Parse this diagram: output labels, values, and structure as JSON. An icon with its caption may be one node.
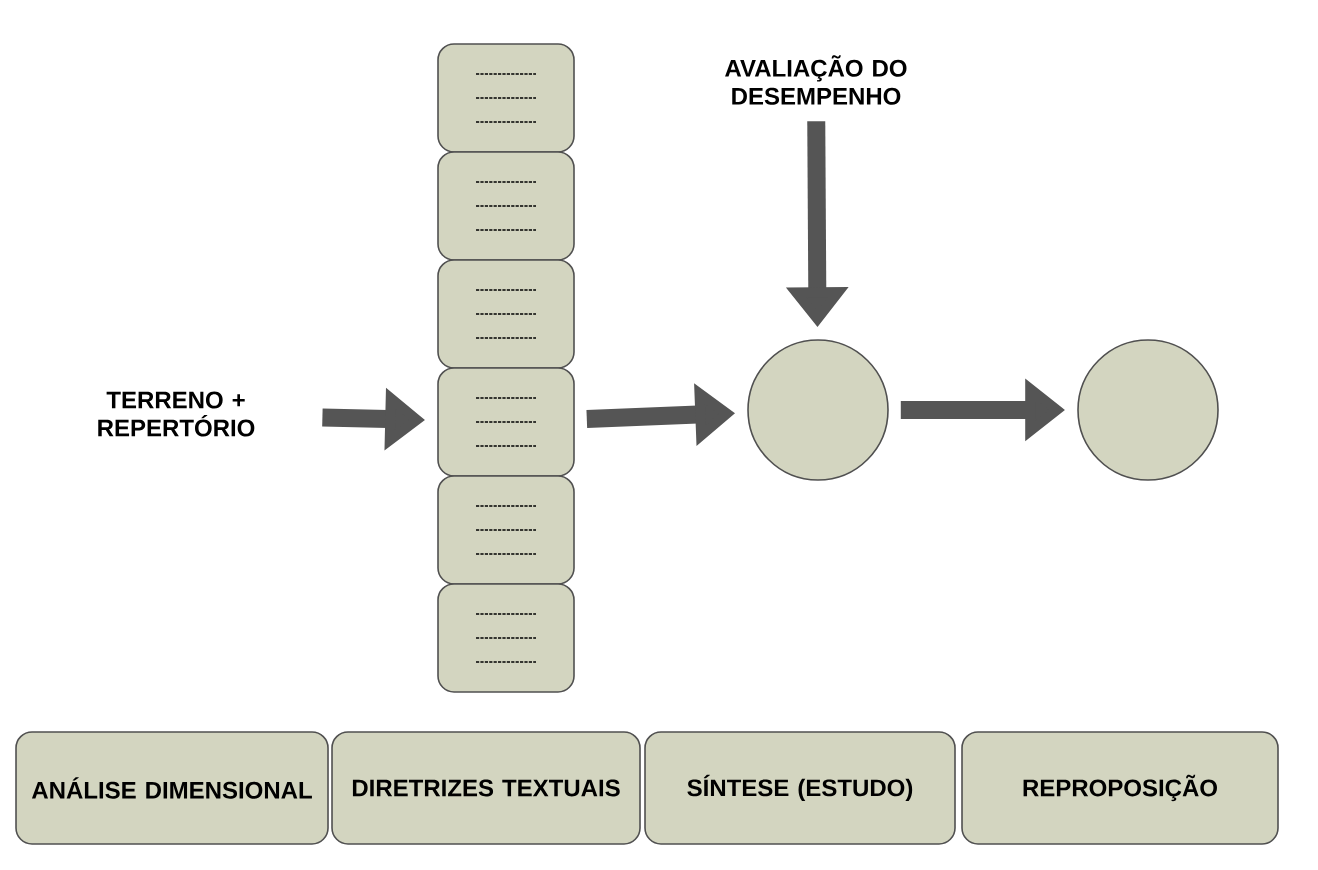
{
  "diagram": {
    "nodes": [
      {
        "text": [
          "TERRENO + REPERTÓRIO"
        ]
      },
      {
        "text": [],
        "shape": "box"
      },
      {
        "text": [],
        "shape": "box"
      },
      {
        "text": [],
        "shape": "box"
      },
      {
        "text": [],
        "shape": "box"
      },
      {
        "text": [],
        "shape": "box"
      },
      {
        "text": [],
        "shape": "box"
      },
      {
        "text": [
          "AVALIAÇÃO DO DESEMPENHO"
        ]
      },
      {
        "text": [],
        "shape": "circle"
      },
      {
        "text": [],
        "shape": "circle"
      },
      {
        "text": [
          "ANÁLISE DIMENSIONAL"
        ]
      },
      {
        "text": [
          "DIRETRIZES TEXTUAIS"
        ]
      },
      {
        "text": [
          "SÍNTESE (ESTUDO)"
        ]
      },
      {
        "text": [
          "REPROPOSIÇÃO"
        ]
      }
    ],
    "edges": [
      {
        "from": 0,
        "to": 4,
        "arrow": "to"
      },
      {
        "from": 4,
        "to": 8,
        "arrow": "to"
      },
      {
        "from": 7,
        "to": 8,
        "arrow": "to"
      },
      {
        "from": 8,
        "to": 9,
        "arrow": "to"
      }
    ]
  }
}
